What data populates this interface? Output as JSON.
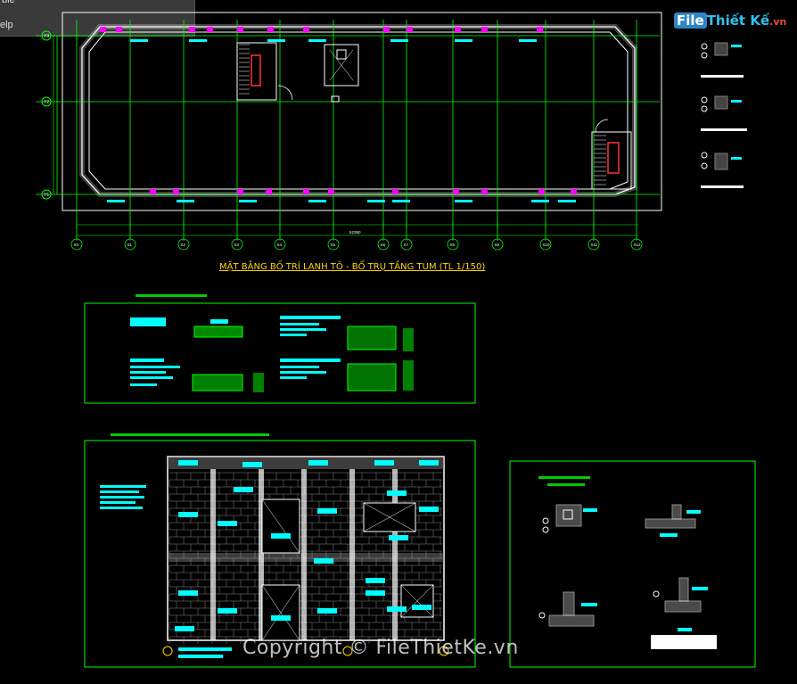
{
  "app": {
    "menu_fragment_1": "ble",
    "menu_fragment_2": "elp"
  },
  "brand": {
    "part1": "File",
    "part2": "Thiết Kế",
    "part3": ".vn"
  },
  "plan": {
    "title": "MẶT BẰNG BỐ TRÍ LANH TÔ - BỔ TRỤ TẦNG TUM (TL 1/150)",
    "row_axes": [
      "Y3",
      "Y2",
      "Y1"
    ],
    "col_axes": [
      "X0",
      "X1",
      "X2",
      "X3",
      "X4",
      "X5",
      "X6",
      "X7",
      "X8",
      "X9",
      "X10",
      "X11",
      "X12"
    ],
    "overall_dim": "52350"
  },
  "colors": {
    "background": "#000000",
    "grid": "#00ff00",
    "wall": "#ffffff",
    "marker": "#ff00ff",
    "label": "#00ffff",
    "title": "#ffd700",
    "stair": "#ff3333"
  },
  "watermark": "Copyright © FileThietKe.vn"
}
